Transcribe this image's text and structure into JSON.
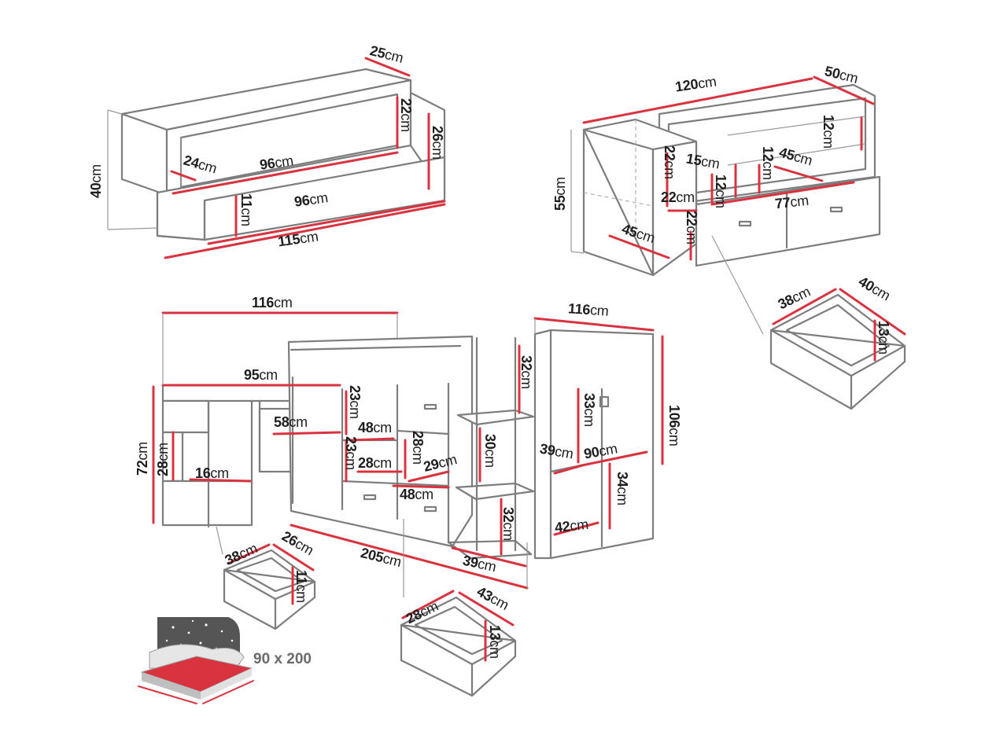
{
  "colors": {
    "outline": "#7d7d7d",
    "dimension": "#d9333f",
    "text": "#1e1e1e"
  },
  "unit": "cm",
  "shelf": {
    "depth_top": "25",
    "inner_height": "22",
    "side_height": "26",
    "height": "40",
    "inner_depth": "24",
    "inner_width_upper": "96",
    "inner_width_lower": "96",
    "lower_height": "11",
    "total_width": "115"
  },
  "dresser": {
    "width": "120",
    "depth": "50",
    "top_shelf_h": "12",
    "height": "55",
    "side_comp_h": "22",
    "mid_shelf": "15",
    "small_h": "12",
    "inner_d": "45",
    "comp_w": "22",
    "small_h2": "12",
    "bottom_w": "77",
    "bottom_d": "45",
    "bottom_h": "22",
    "drawer_w": "38",
    "drawer_d": "40",
    "drawer_h": "13"
  },
  "bed": {
    "desk_top_w": "116",
    "desk_w": "95",
    "desk_h": "72",
    "drawer_gap": "28",
    "knee_w": "58",
    "shelf_d": "16",
    "drawer1_h": "23",
    "drawer1_w": "48",
    "drawer2_h": "23",
    "mid_h": "28",
    "mid_w": "28",
    "step_d": "29",
    "drawer3_w": "48",
    "total_len": "205",
    "step_h_top": "32",
    "step_h_mid": "30",
    "step_h_bot": "32",
    "step_w": "39",
    "wardrobe_top_w": "116",
    "wardrobe_top_h": "33",
    "wardrobe_shelf_d": "39",
    "wardrobe_w": "90",
    "wardrobe_lower_h": "34",
    "wardrobe_d": "42",
    "total_h": "106"
  },
  "drawer_small": {
    "w": "38",
    "d": "26",
    "h": "11"
  },
  "drawer_mid": {
    "w": "28",
    "d": "43",
    "h": "13"
  },
  "mattress": {
    "size": "90 x 200"
  }
}
